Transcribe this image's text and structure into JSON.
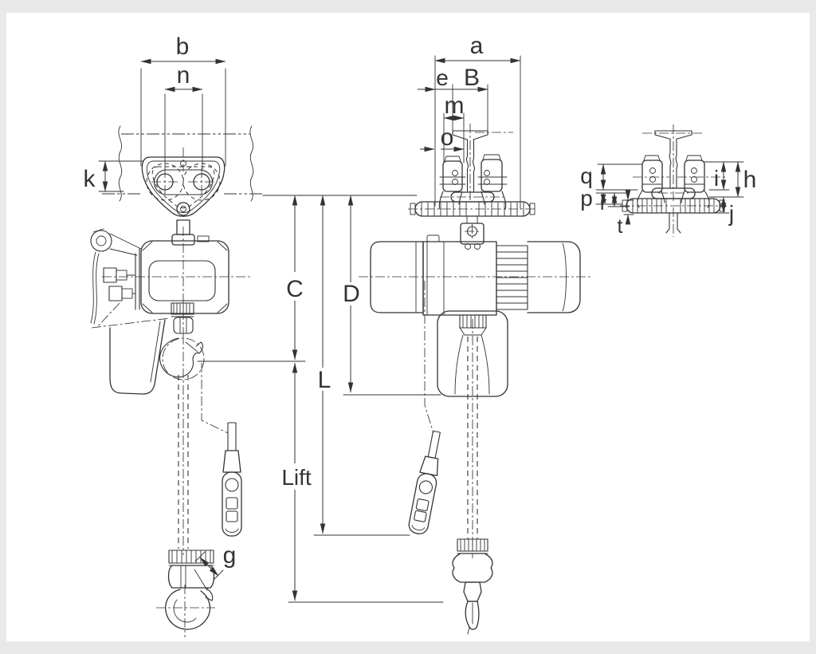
{
  "drawing": {
    "colors": {
      "line": "#333333",
      "canvas": "#ffffff",
      "frame": "#e9e9e9"
    },
    "labels": {
      "b": "b",
      "n": "n",
      "k": "k",
      "g": "g",
      "C": "C",
      "L": "L",
      "D": "D",
      "lift": "Lift",
      "a": "a",
      "e": "e",
      "B": "B",
      "m": "m",
      "o": "o",
      "q": "q",
      "p": "p",
      "r": "r",
      "t": "t",
      "h": "h",
      "i": "i",
      "j": "j"
    }
  }
}
